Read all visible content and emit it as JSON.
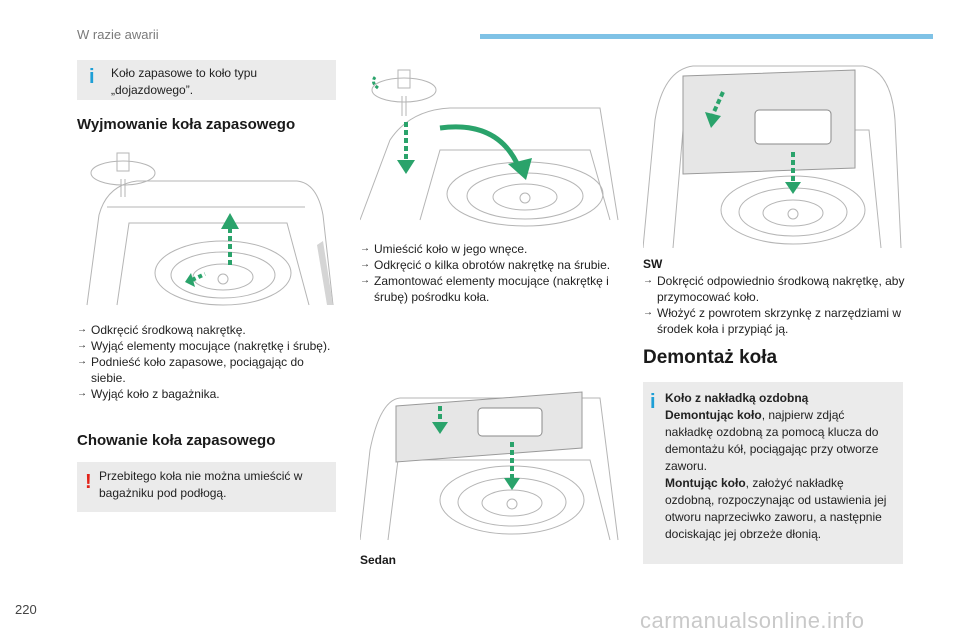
{
  "header": {
    "chapter": "W razie awarii"
  },
  "note_spare": {
    "text": "Koło zapasowe to koło typu „dojazdowego”."
  },
  "section_remove": {
    "title": "Wyjmowanie koła zapasowego",
    "steps": [
      "Odkręcić środkową nakrętkę.",
      "Wyjąć elementy mocujące (nakrętkę i śrubę).",
      "Podnieść koło zapasowe, pociągając do siebie.",
      "Wyjąć koło z bagażnika."
    ]
  },
  "section_stow": {
    "title": "Chowanie koła zapasowego",
    "warning": "Przebitego koła nie można umieścić w bagażniku pod podłogą."
  },
  "middle_steps": [
    "Umieścić koło w jego wnęce.",
    "Odkręcić o kilka obrotów nakrętkę na śrubie.",
    "Zamontować elementy mocujące (nakrętkę i śrubę) pośrodku koła."
  ],
  "sedan_label": "Sedan",
  "sw": {
    "label": "SW",
    "steps": [
      "Dokręcić odpowiednio środkową nakrętkę, aby przymocować koło.",
      "Włożyć z powrotem skrzynkę z narzędziami w środek koła i przypiąć ją."
    ]
  },
  "section_dismount": {
    "title": "Demontaż koła"
  },
  "hubcap_note": {
    "title": "Koło z nakładką ozdobną",
    "remove_bold": "Demontując koło",
    "remove_text": ", najpierw zdjąć nakładkę ozdobną za pomocą klucza do demontażu kół, pociągając przy otworze zaworu.",
    "mount_bold": "Montując koło",
    "mount_text": ", założyć nakładkę ozdobną, rozpoczynając od ustawienia jej otworu naprzeciwko zaworu, a następnie dociskając jej obrzeże dłonią."
  },
  "footer": {
    "page": "220",
    "watermark": "carmanualsonline.info"
  },
  "colors": {
    "accent_bar": "#7fc2e6",
    "info_icon": "#1e9fd6",
    "warning_icon": "#e2231a",
    "arrow": "#2aa36b"
  }
}
